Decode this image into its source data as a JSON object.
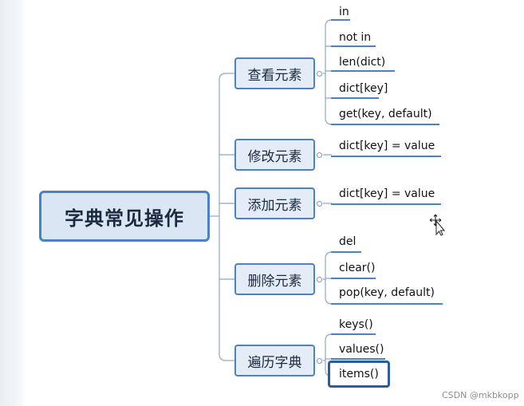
{
  "root": {
    "label": "字典常见操作"
  },
  "branches": [
    {
      "label": "查看元素",
      "items": [
        "in",
        "not in",
        "len(dict)",
        "dict[key]",
        "get(key, default)"
      ]
    },
    {
      "label": "修改元素",
      "items": [
        "dict[key] = value"
      ]
    },
    {
      "label": "添加元素",
      "items": [
        "dict[key] = value"
      ]
    },
    {
      "label": "删除元素",
      "items": [
        "del",
        "clear()",
        "pop(key, default)"
      ]
    },
    {
      "label": "遍历字典",
      "items": [
        "keys()",
        "values()",
        "items()"
      ]
    }
  ],
  "watermark": "CSDN @mkbkopp",
  "colors": {
    "accent": "#4a82c4",
    "root_fill": "#dbe6f4",
    "branch_fill": "#e3ecf7",
    "highlight": "#2c5ba3"
  },
  "icons": {
    "cursor": "move-cursor-icon"
  }
}
